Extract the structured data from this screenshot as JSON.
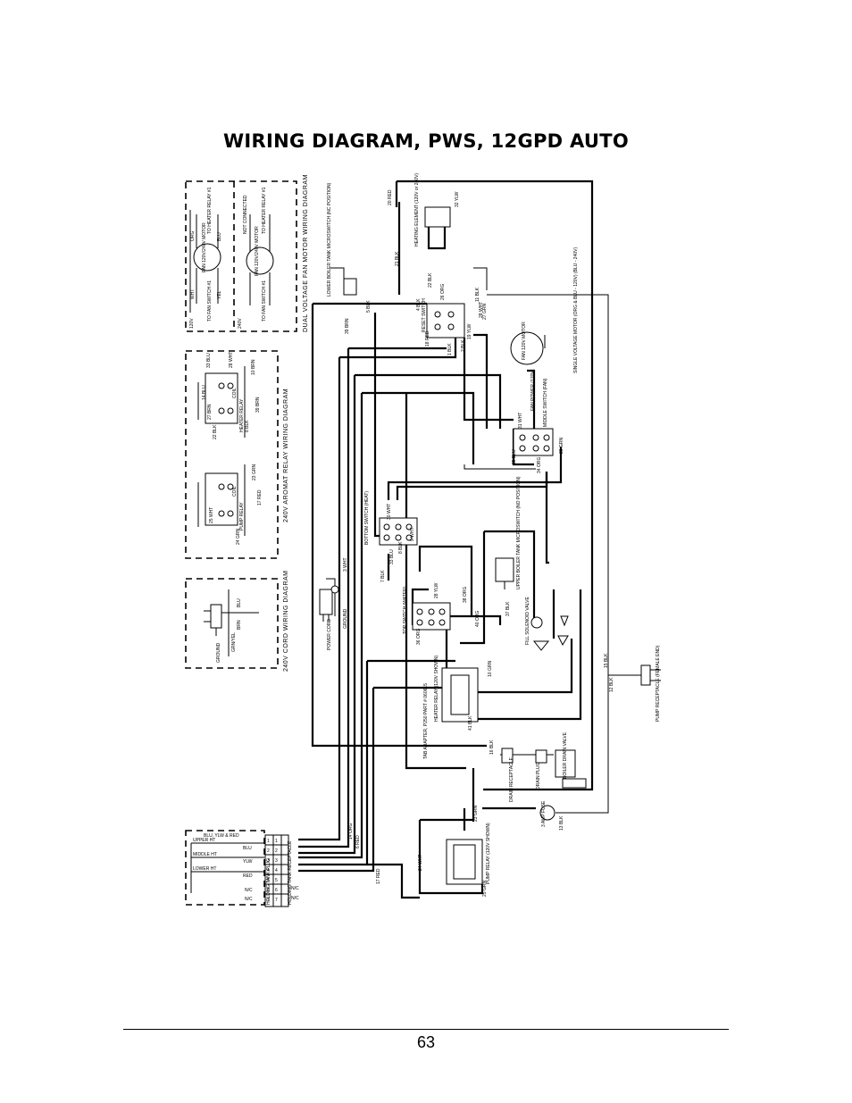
{
  "page": {
    "title": "WIRING DIAGRAM, PWS, 12GPD AUTO",
    "page_number": "63"
  },
  "insets": {
    "fan_motor": {
      "title": "DUAL VOLTAGE FAN MOTOR WIRING DIAGRAM",
      "v120": "120V",
      "v240": "240V",
      "motor_120": "FAN 120V/240V MOTOR",
      "motor_240": "FAN 120V/240V MOTOR",
      "to_heater_relay": "TO HEATER RELAY #1",
      "to_fan_switch": "TO FAN SWITCH #1",
      "not_connected": "NOT CONNECTED",
      "wht": "WHT",
      "yel": "YEL",
      "org": "ORG",
      "blu": "BLU"
    },
    "aromat_relay": {
      "title": "240V AROMAT RELAY WIRING DIAGRAM",
      "heater_relay": "HEATER RELAY",
      "pump_relay": "PUMP RELAY",
      "w33blu": "33 BLU",
      "w28wht": "28 WHT",
      "w10brn": "10 BRN",
      "w14blu": "14 BLU",
      "w27brn": "27 BRN",
      "w39brn": "39 BRN",
      "w22blk": "22 BLK",
      "w8blk": "8 BLK",
      "w25wht": "25 WHT",
      "w23grn": "23 GRN",
      "w17red": "17 RED",
      "w24grn": "24 GRN",
      "coil": "COIL"
    },
    "cord": {
      "title": "240V CORD WIRING DIAGRAM",
      "blu": "BLU",
      "brn": "BRN",
      "grn_yel": "GRN/YEL",
      "ground": "GROUND"
    },
    "plug": {
      "receptacle": "HOLDING TANK RECEPTACLE",
      "plug_label": "HOLDING TANK PLUG",
      "upper_ht": "UPPER HT",
      "middle_ht": "MIDDLE HT",
      "lower_ht": "LOWER HT",
      "blu_yel_red": "BLU, YLW & RED",
      "blu": "BLU",
      "ylw": "YLW",
      "red": "RED",
      "n_c": "N/C",
      "row_a": [
        "1",
        "2",
        "3",
        "4",
        "5",
        "6",
        "7"
      ],
      "row_b": [
        "1",
        "2",
        "3",
        "4",
        "5",
        "6",
        "7"
      ]
    }
  },
  "components": {
    "heating_element": "HEATING ELEMENT (120V or 240V)",
    "lower_microswitch": "LOWER BOILER TANK MICROSWITCH (NC POSITION)",
    "reset_switch": "RESET SWITCH",
    "fan_motor": "FAN 120V MOTOR",
    "single_motor": "SINGLE VOLTAGE MOTOR (ORG & BLU - 120V) (BLU - 240V)",
    "middle_switch": "MIDDLE SWITCH (FAN)",
    "fan_power": "FAN POWER (120V)",
    "bottom_switch": "BOTTOM SWITCH (HEAT)",
    "power_cord": "POWER CORD",
    "ground": "GROUND",
    "upper_microswitch": "UPPER BOILER TANK MICROSWITCH (NO POSITION)",
    "top_switch": "TOP SWITCH (WATER)",
    "fill_valve": "FILL SOLENOID VALVE",
    "heater_relay": "HEATER RELAY (120V SHOWN)",
    "tab_adapter": "TAB ADAPTER, P250 PART # 060615",
    "pump_receptacle": "PUMP RECEPTACLE (FEMALE END)",
    "drain_receptacle": "DRAIN RECEPTACLE",
    "drain_plug": "DRAIN PLUG",
    "drain_valve": "BOILER DRAIN VALVE",
    "pump_relay": "PUMP RELAY (120V SHOWN)",
    "fuse": "3 AMP FUSE"
  },
  "wires": {
    "w20red": "20 RED",
    "w32yel": "32 YLW",
    "w21blk": "21 BLK",
    "w22blk": "22 BLK",
    "w26org": "26 ORG",
    "w5blk": "5 BLK",
    "w4blk": "4 BLK",
    "w11blk": "11 BLK",
    "w27grn": "27 GRN",
    "w18red": "18 RED",
    "w19yel": "19 YLW",
    "w39brn": "39 BRN",
    "w1blk": "1 BLK",
    "w2blk": "2 BLK",
    "w3wht": "3 WHT",
    "w31wht": "31 WHT",
    "w35blu": "35 BLU",
    "w34org": "34 ORG",
    "w33blu": "33 BLU",
    "w8blk": "8 BLK",
    "w9wht": "9 WHT",
    "w7blk": "7 BLK",
    "w30wht": "30 WHT",
    "w28yel": "28 YLW",
    "w40org": "40 ORG",
    "w38org": "38 ORG",
    "w37blk": "37 BLK",
    "w36org": "36 ORG",
    "w10grn": "10 GRN",
    "w41blk": "41 BLK",
    "w16blk": "16 BLK",
    "w15blk": "15 BLK",
    "w12blk": "12 BLK",
    "w14org": "14 ORG",
    "w23grn": "23 GRN",
    "w24wht": "24 WHT",
    "w17red": "17 RED",
    "w25grn": "25 GRN",
    "w13blk": "13 BLK",
    "w6red": "6 RED",
    "w29grn": "29 GRN",
    "w28wht": "28 WHT"
  }
}
